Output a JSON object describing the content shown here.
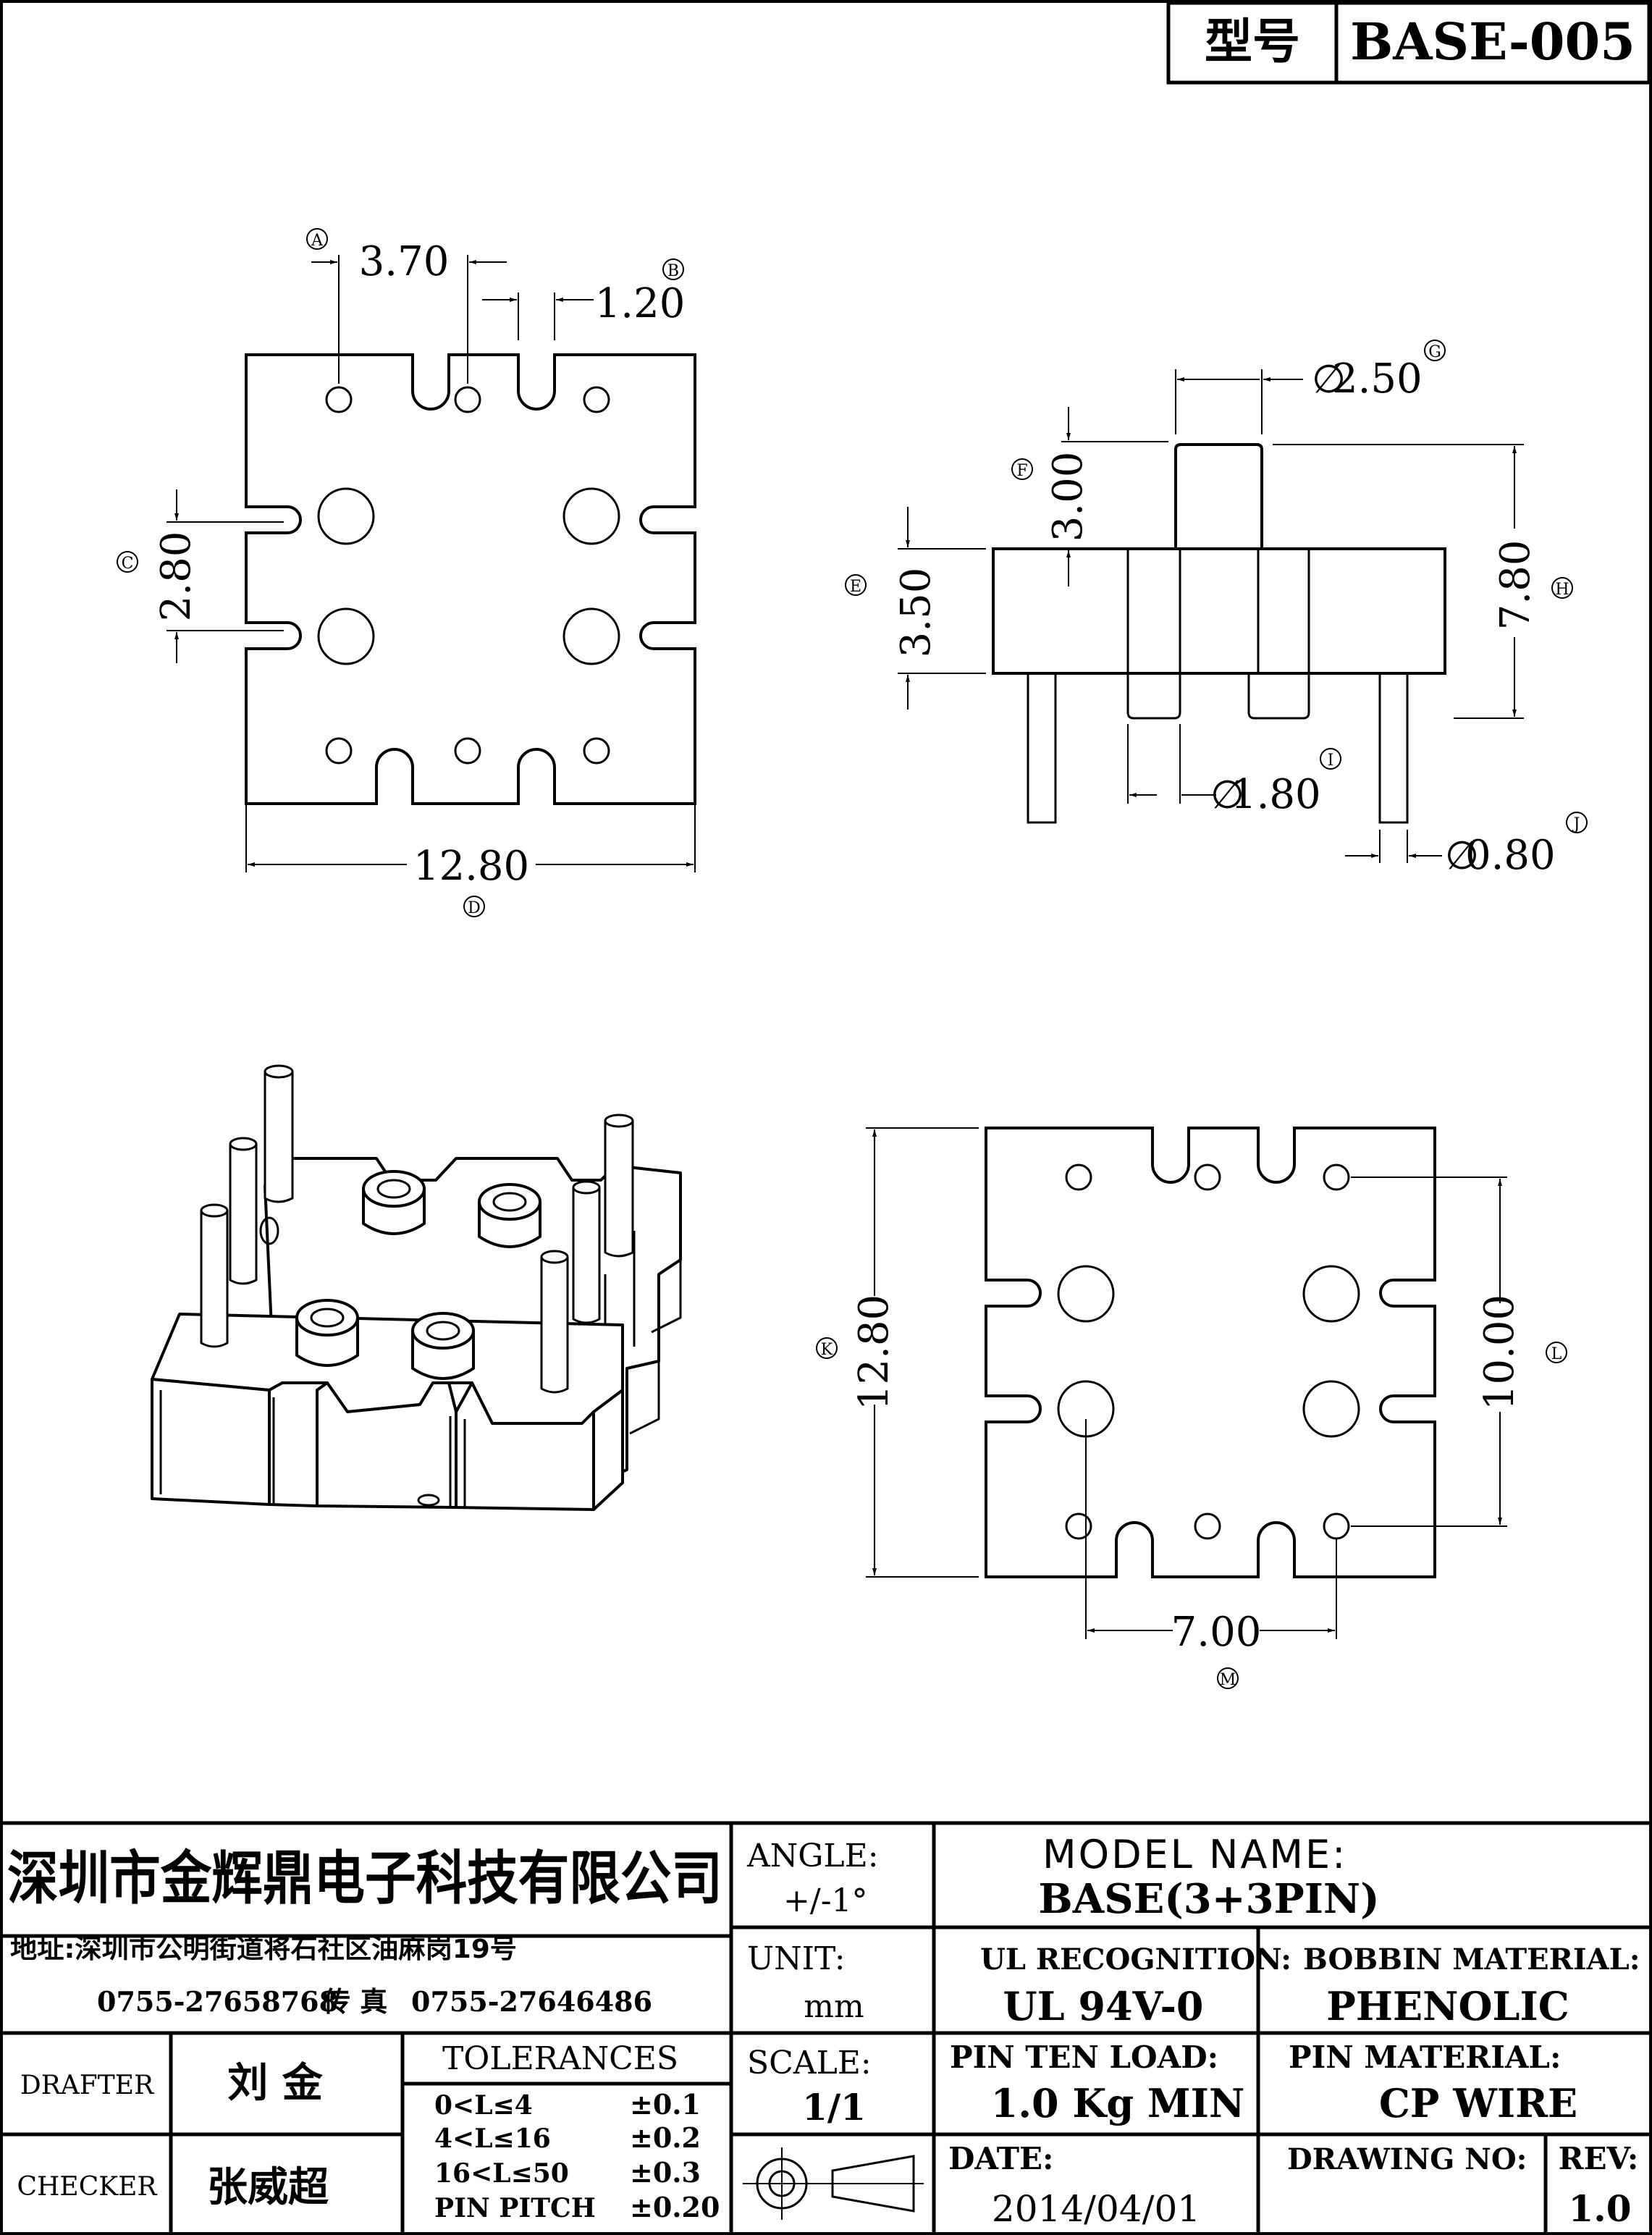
{
  "header": {
    "model_label": "型号",
    "model_value": "BASE-005"
  },
  "views": {
    "top": {
      "dim_a": "3.70",
      "dim_b": "1.20",
      "dim_c": "2.80",
      "dim_d": "12.80",
      "marker_a": "A",
      "marker_b": "B",
      "marker_c": "C",
      "marker_d": "D"
    },
    "side": {
      "dim_g": "2.50",
      "dim_f": "3.00",
      "dim_e": "3.50",
      "dim_h": "7.80",
      "dim_i": "1.80",
      "dim_j": "0.80",
      "dia_symbol": "∅",
      "marker_e": "E",
      "marker_f": "F",
      "marker_g": "G",
      "marker_h": "H",
      "marker_i": "I",
      "marker_j": "J"
    },
    "bottom": {
      "dim_k": "12.80",
      "dim_l": "10.00",
      "dim_m": "7.00",
      "marker_k": "K",
      "marker_l": "L",
      "marker_m": "M"
    }
  },
  "title_block": {
    "company": "深圳市金辉鼎电子科技有限公司",
    "address": "地址:深圳市公明街道将石社区油麻岗19号",
    "phone": "0755-27658768",
    "fax_label": "传 真",
    "fax": "0755-27646486",
    "angle_label": "ANGLE:",
    "angle_value": "+/-1°",
    "unit_label": "UNIT:",
    "unit_value": "mm",
    "scale_label": "SCALE:",
    "scale_value": "1/1",
    "model_name_label": "MODEL NAME:",
    "model_name_value": "BASE(3+3PIN)",
    "ul_label": "UL RECOGNITION:",
    "ul_value": "UL 94V-0",
    "bobbin_label": "BOBBIN MATERIAL:",
    "bobbin_value": "PHENOLIC",
    "pin_load_label": "PIN TEN LOAD:",
    "pin_load_value": "1.0 Kg MIN",
    "pin_material_label": "PIN MATERIAL:",
    "pin_material_value": "CP WIRE",
    "date_label": "DATE:",
    "date_value": "2014/04/01",
    "drawing_no_label": "DRAWING NO:",
    "drawing_no_value": "",
    "rev_label": "REV:",
    "rev_value": "1.0",
    "drafter_label": "DRAFTER",
    "drafter_value": "刘 金",
    "checker_label": "CHECKER",
    "checker_value": "张威超",
    "tolerances_label": "TOLERANCES",
    "tolerances": [
      {
        "range": "0<L≤4",
        "value": "±0.1"
      },
      {
        "range": "4<L≤16",
        "value": "±0.2"
      },
      {
        "range": "16<L≤50",
        "value": "±0.3"
      },
      {
        "range": "PIN PITCH",
        "value": "±0.20"
      }
    ]
  }
}
